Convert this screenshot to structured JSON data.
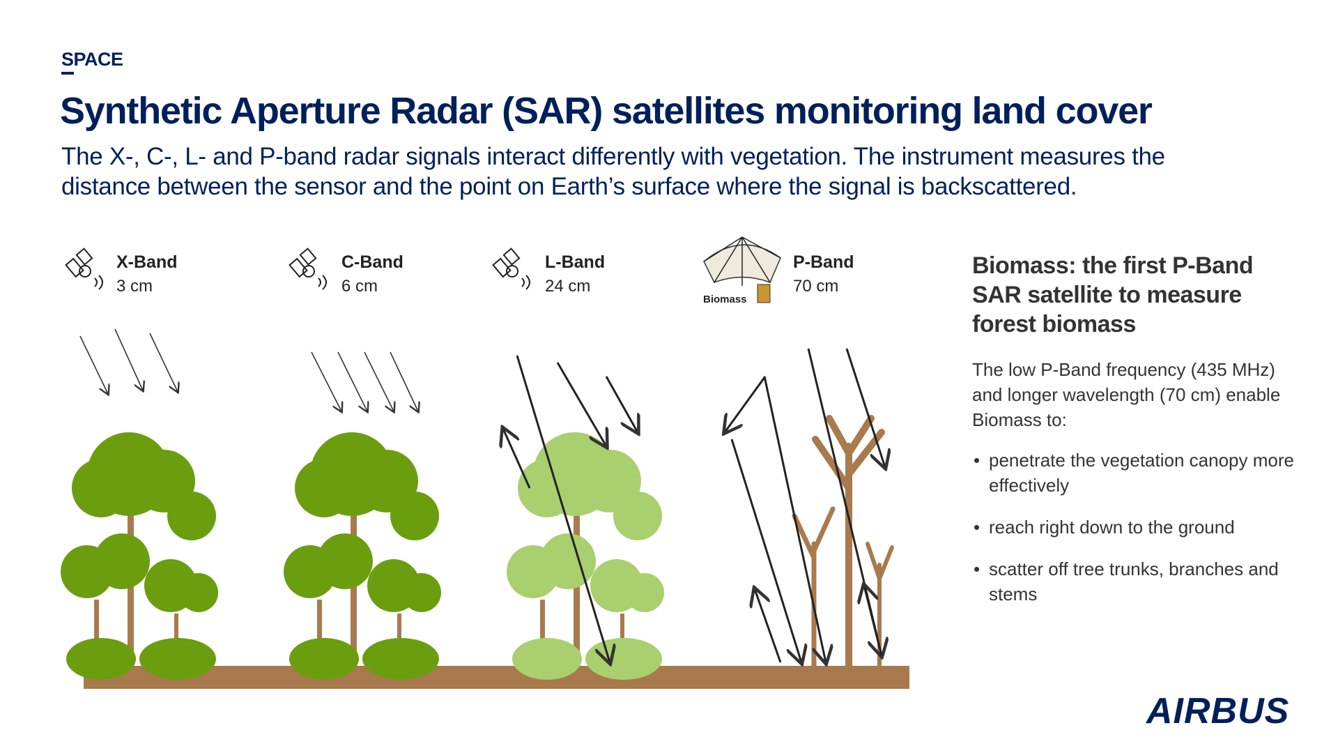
{
  "header": {
    "kicker": "SPACE",
    "title": "Synthetic Aperture Radar (SAR) satellites monitoring land cover",
    "subtitle": "The X-, C-, L- and P-band radar signals interact differently with vegetation. The instrument measures the distance between the sensor and the point on Earth’s surface where the signal is backscattered."
  },
  "bands": [
    {
      "name": "X-Band",
      "wavelength": "3 cm",
      "icon": "satellite-icon"
    },
    {
      "name": "C-Band",
      "wavelength": "6 cm",
      "icon": "satellite-icon"
    },
    {
      "name": "L-Band",
      "wavelength": "24 cm",
      "icon": "satellite-icon"
    },
    {
      "name": "P-Band",
      "wavelength": "70 cm",
      "icon": "biomass-satellite-icon",
      "satellite_label": "Biomass"
    }
  ],
  "panel": {
    "heading": "Biomass: the first P-Band SAR satellite to measure forest biomass",
    "intro": "The low P-Band frequency (435 MHz) and longer wavelength (70 cm) enable Biomass to:",
    "bullets": [
      "penetrate the vegetation canopy more effectively",
      "reach right down to the ground",
      "scatter off tree trunks, branches and stems"
    ]
  },
  "brand": "AIRBUS",
  "colors": {
    "navy": "#00205b",
    "green": "#6a9e0f",
    "light_green": "#a9cf6e",
    "trunk": "#a97a4e",
    "ground": "#a8794d"
  }
}
